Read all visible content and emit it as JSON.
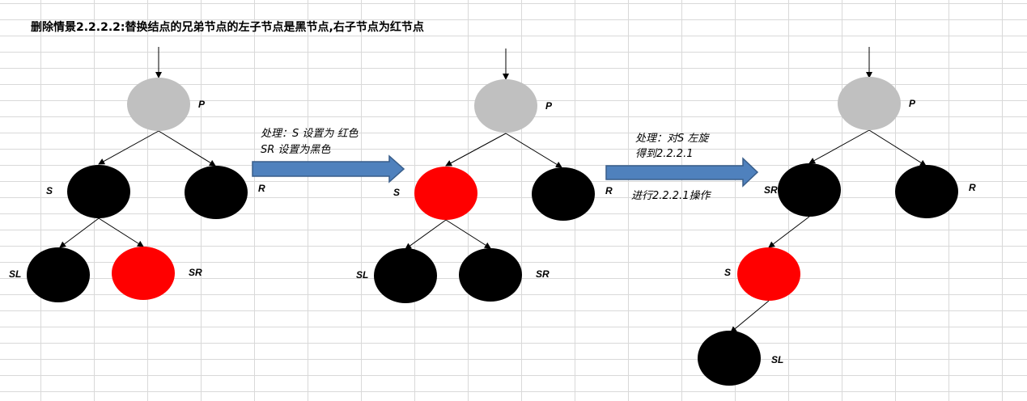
{
  "title": "删除情景2.2.2.2:替换结点的兄弟节点的左子节点是黑节点,右子节点为红节点",
  "colors": {
    "gray": "#c0c0c0",
    "black": "#000000",
    "red": "#ff0000",
    "arrow_fill": "#4f81bd",
    "arrow_stroke": "#385d8a"
  },
  "diagrams": [
    {
      "nodes": {
        "P": "P",
        "S": "S",
        "R": "R",
        "SL": "SL",
        "SR": "SR"
      }
    },
    {
      "nodes": {
        "P": "P",
        "S": "S",
        "R": "R",
        "SL": "SL",
        "SR": "SR"
      }
    },
    {
      "nodes": {
        "P": "P",
        "SR": "SR",
        "R": "R",
        "S": "S",
        "SL": "SL"
      }
    }
  ],
  "steps": [
    {
      "line1": "处理：S 设置为 红色",
      "line2": "SR 设置为黑色"
    },
    {
      "line1": "处理：对S 左旋",
      "line2": "得到2.2.2.1",
      "line3": "进行2.2.2.1操作"
    }
  ]
}
